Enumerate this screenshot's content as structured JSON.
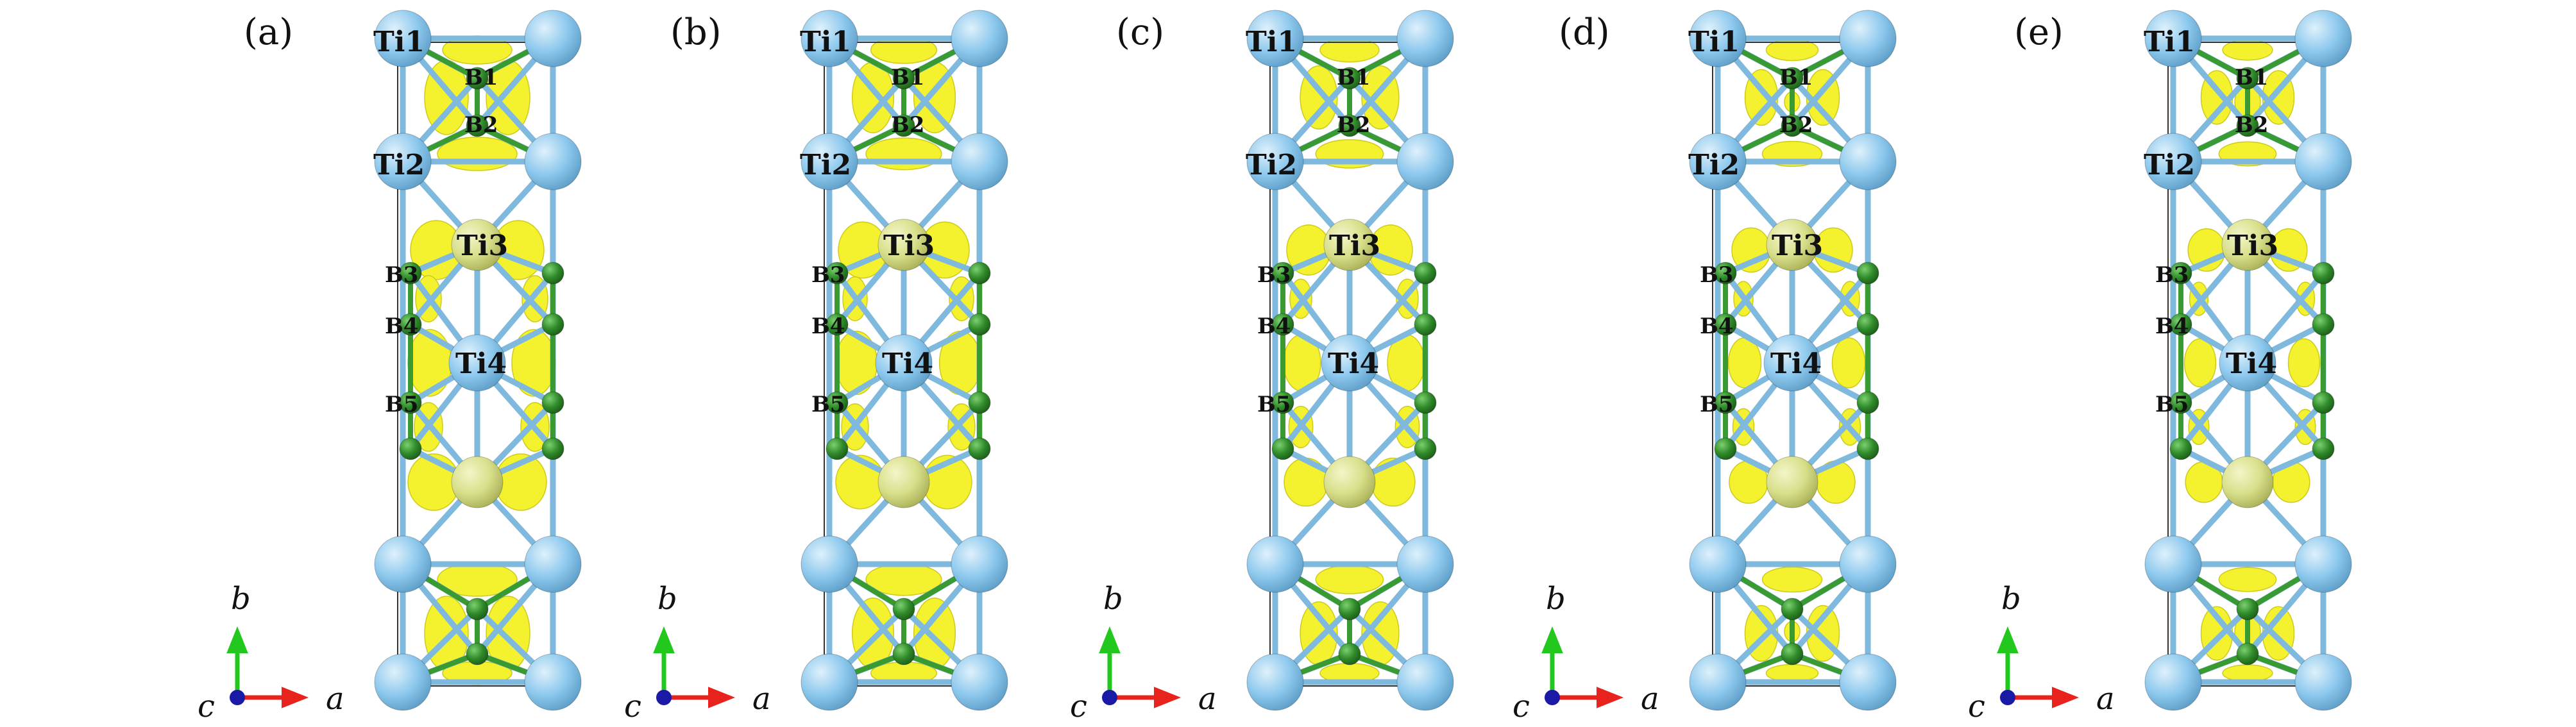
{
  "panels": [
    {
      "id": "a",
      "label": "(a)",
      "variant": 0
    },
    {
      "id": "b",
      "label": "(b)",
      "variant": 1
    },
    {
      "id": "c",
      "label": "(c)",
      "variant": 2
    },
    {
      "id": "d",
      "label": "(d)",
      "variant": 3
    },
    {
      "id": "e",
      "label": "(e)",
      "variant": 4
    }
  ],
  "atom_labels": {
    "ti1": "Ti1",
    "ti2": "Ti2",
    "ti3": "Ti3",
    "ti4": "Ti4",
    "b1": "B1",
    "b2": "B2",
    "b3": "B3",
    "b4": "B4",
    "b5": "B5"
  },
  "axes": {
    "x": "a",
    "y": "b",
    "z": "c"
  },
  "colors": {
    "ti_atom": "#8ec9ee",
    "ti_atom_highlight": "#dff1fb",
    "ti_center_atom": "#d8df8a",
    "b_atom": "#2f8a2a",
    "b_atom_highlight": "#7cd06e",
    "bond_ti": "#7fb9de",
    "bond_b": "#3a9a32",
    "isosurface": "#f4f11e",
    "isosurface_edge": "#c9c60a",
    "cell_frame": "#333333",
    "axis_x": "#e8221c",
    "axis_y": "#22c81e",
    "axis_z": "#1a1aa6"
  }
}
